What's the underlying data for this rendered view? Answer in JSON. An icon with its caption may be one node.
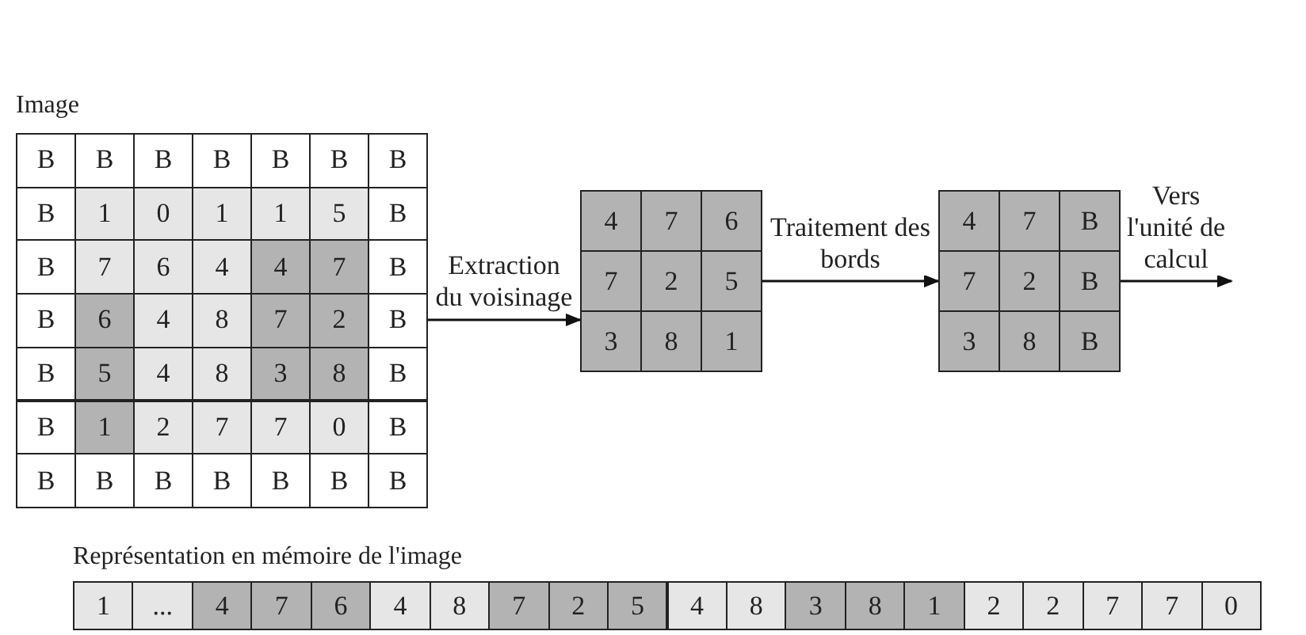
{
  "diagram": {
    "nodes": [
      {
        "text": [
          "Image",
          "B",
          "B",
          "B",
          "B",
          "B",
          "B",
          "B",
          "B",
          "1",
          "0",
          "1",
          "1",
          "5",
          "B",
          "B",
          "7",
          "6",
          "4",
          "4",
          "7",
          "B",
          "B",
          "6",
          "4",
          "8",
          "7",
          "2",
          "B",
          "B",
          "5",
          "4",
          "8",
          "3",
          "8",
          "B",
          "B",
          "1",
          "2",
          "7",
          "7",
          "0",
          "B",
          "B",
          "B",
          "B",
          "B",
          "B",
          "B",
          "B"
        ]
      },
      {
        "text": [
          "4",
          "7",
          "6",
          "7",
          "2",
          "5",
          "3",
          "8",
          "1"
        ]
      },
      {
        "text": [
          "4",
          "7",
          "B",
          "7",
          "2",
          "B",
          "3",
          "8",
          "B"
        ]
      },
      {
        "text": [
          "Représentation en mémoire de l'image",
          "1",
          "...",
          "4",
          "7",
          "6",
          "4",
          "8",
          "7",
          "2",
          "5",
          "4",
          "8",
          "3",
          "8",
          "1",
          "2",
          "2",
          "7",
          "7",
          "0"
        ]
      }
    ],
    "edges": [
      {
        "from": 0,
        "to": 1,
        "arrow": "to",
        "label": "Extraction du voisinage"
      },
      {
        "from": 1,
        "to": 2,
        "arrow": "to",
        "label": "Traitement des bords"
      },
      {
        "from": 2,
        "to": null,
        "arrow": "to",
        "label": "Vers l'unité de calcul"
      }
    ]
  }
}
